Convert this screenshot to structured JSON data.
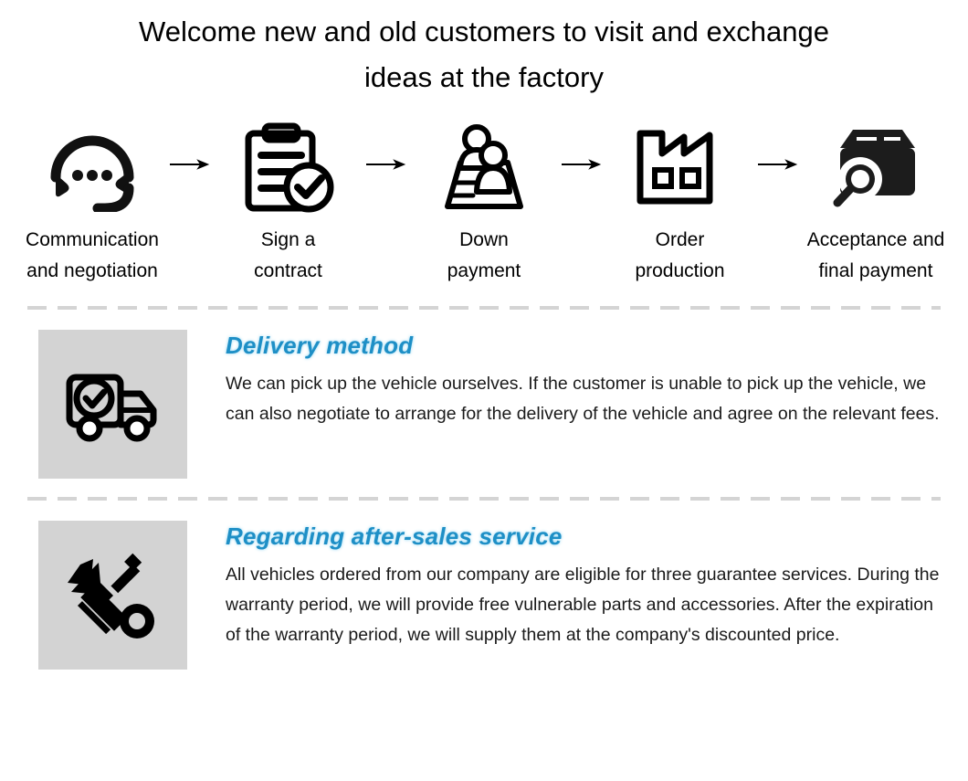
{
  "header": {
    "title_line1": "Welcome new and old customers to visit and exchange",
    "title_line2": "ideas at the factory"
  },
  "process": {
    "steps": [
      {
        "icon": "headset-icon",
        "label": "Communication\nand negotiation"
      },
      {
        "icon": "clipboard-check-icon",
        "label": "Sign a\ncontract"
      },
      {
        "icon": "people-counter-icon",
        "label": "Down\npayment"
      },
      {
        "icon": "factory-icon",
        "label": "Order\nproduction"
      },
      {
        "icon": "box-inspection-icon",
        "label": "Acceptance and\nfinal payment"
      }
    ],
    "arrow_icon": "arrow-right-icon",
    "arrow_count": 4
  },
  "sections": [
    {
      "icon": "delivery-truck-icon",
      "heading": "Delivery method",
      "text": "We can pick up the vehicle ourselves. If the customer is unable to pick up the vehicle, we can also negotiate to arrange for the delivery of the vehicle and agree on the relevant fees."
    },
    {
      "icon": "wrench-screwdriver-icon",
      "heading": "Regarding after-sales service",
      "text": "All vehicles ordered from our company are eligible for three guarantee services. During the warranty period, we will provide free vulnerable parts and accessories. After the expiration of the warranty period, we will supply them at the company's discounted price."
    }
  ],
  "colors": {
    "heading_blue": "#1e8fc6",
    "icon_box_gray": "#d3d3d3",
    "divider_gray": "#d4d4d4",
    "text_black": "#000000"
  }
}
